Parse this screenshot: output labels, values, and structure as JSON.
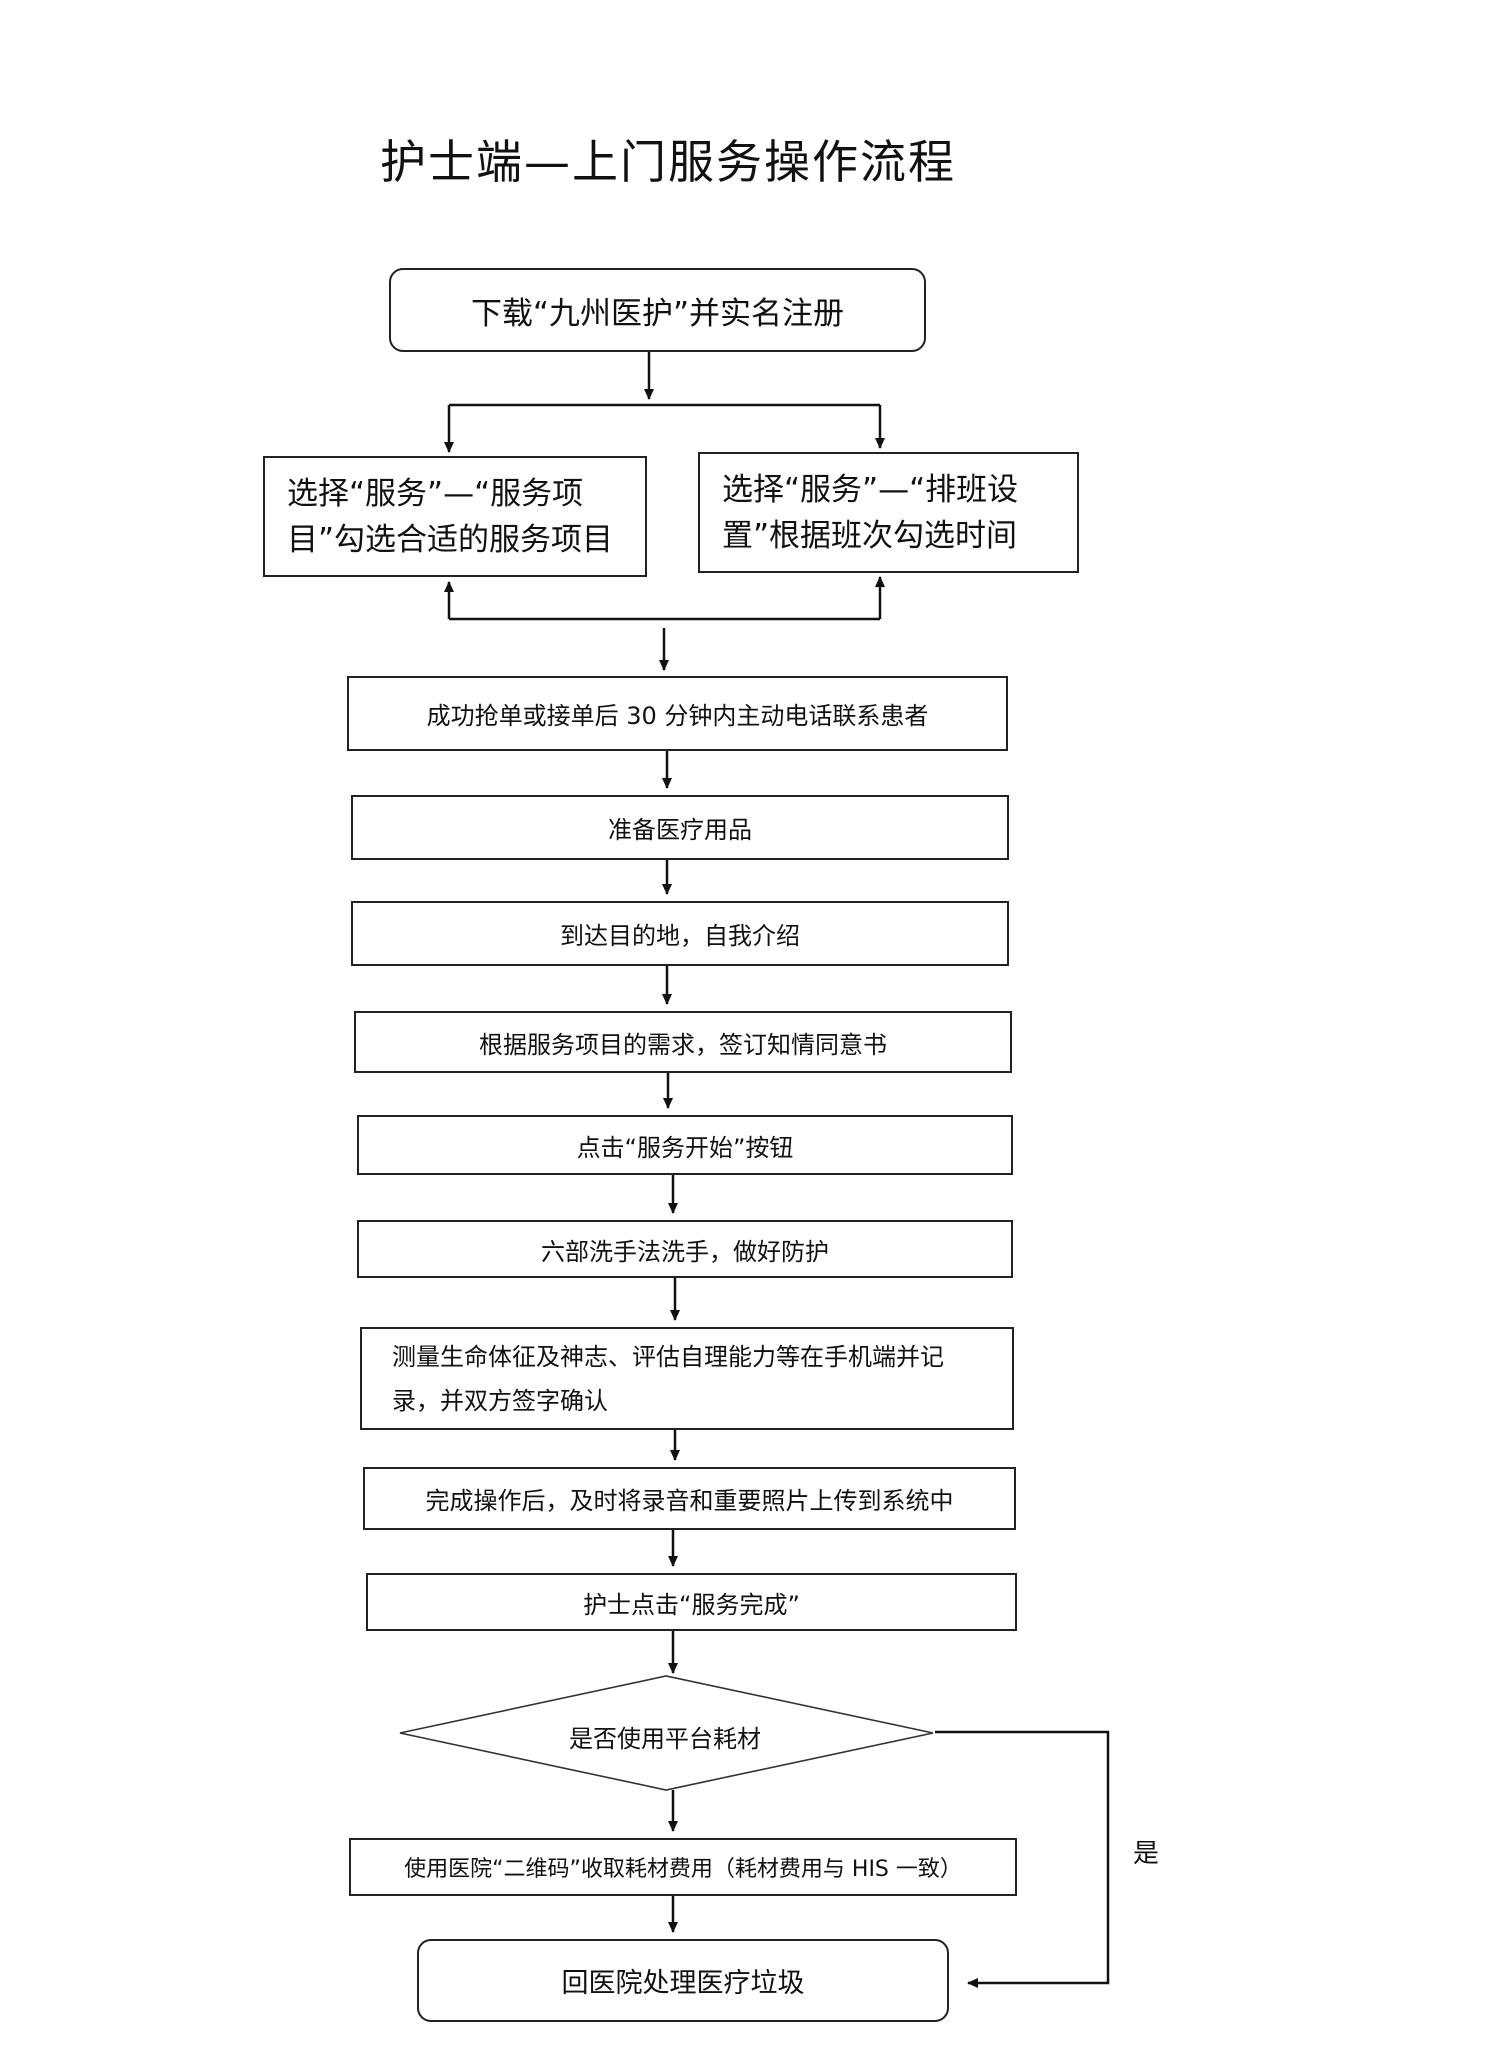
{
  "title": "护士端—上门服务操作流程",
  "steps": {
    "register": "下载“九州医护”并实名注册",
    "select_service_items": "选择“服务”—“服务项目”勾选合适的服务项目",
    "select_schedule": "选择“服务”—“排班设置”根据班次勾选时间",
    "contact_patient": "成功抢单或接单后 30 分钟内主动电话联系患者",
    "prepare_supplies": "准备医疗用品",
    "arrive_introduce": "到达目的地，自我介绍",
    "sign_consent": "根据服务项目的需求，签订知情同意书",
    "click_start": "点击“服务开始”按钮",
    "wash_hands": "六部洗手法洗手，做好防护",
    "measure_vitals": "测量生命体征及神志、评估自理能力等在手机端并记录，并双方签字确认",
    "upload_media": "完成操作后，及时将录音和重要照片上传到系统中",
    "click_complete": "护士点击“服务完成”",
    "decision_consumables": "是否使用平台耗材",
    "collect_fee": "使用医院“二维码”收取耗材费用（耗材费用与 HIS 一致）",
    "dispose_waste": "回医院处理医疗垃圾"
  },
  "branch_label_yes": "是"
}
